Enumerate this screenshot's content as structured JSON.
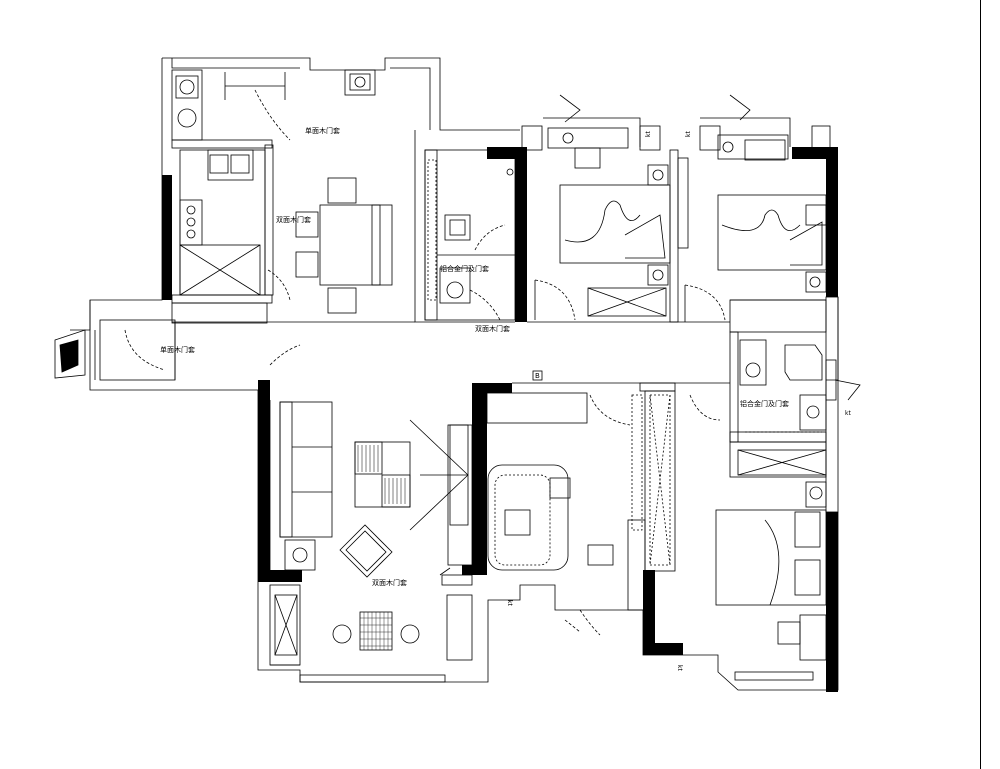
{
  "labels": {
    "door_single_top": "单面木门套",
    "door_double_kitchen": "双面木门套",
    "door_combo_bath1": "铝合金门及门套",
    "door_double_corridor": "双面木门套",
    "door_single_entry": "单面木门套",
    "door_combo_bath2": "铝合金门及门套",
    "door_double_living": "双面木门套"
  },
  "kt_marks": [
    "kt",
    "kt",
    "kt",
    "kt",
    "kt"
  ],
  "tag_b": "B"
}
